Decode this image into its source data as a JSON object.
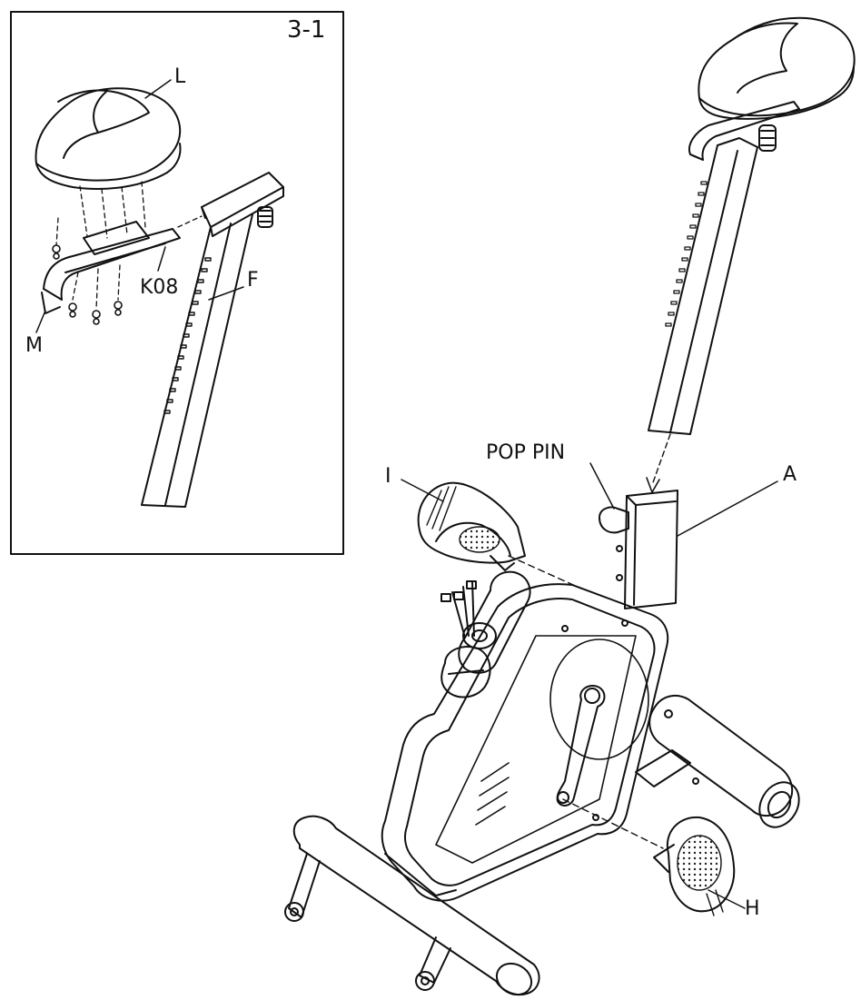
{
  "figure": {
    "step_label": "3-1",
    "inset_labels": {
      "saddle": "L",
      "bolt": "K08",
      "seat_post": "F",
      "slider": "M"
    },
    "main_labels": {
      "pop_pin": "POP PIN",
      "main_frame": "A",
      "left_pedal": "I",
      "right_pedal": "H"
    }
  }
}
